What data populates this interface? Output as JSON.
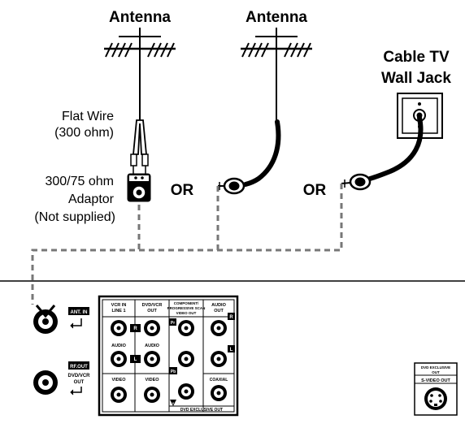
{
  "labels": {
    "antenna_left": "Antenna",
    "antenna_right": "Antenna",
    "cable_line1": "Cable TV",
    "cable_line2": "Wall Jack",
    "flat_wire_line1": "Flat Wire",
    "flat_wire_line2": "(300 ohm)",
    "adaptor_line1": "300/75 ohm",
    "adaptor_line2": "Adaptor",
    "adaptor_line3": "(Not supplied)",
    "or_1": "OR",
    "or_2": "OR"
  },
  "rear_panel": {
    "ant_in": "ANT. IN",
    "rf_out": "RF.OUT",
    "dvd_vcr": "DVD/VCR",
    "out": "OUT",
    "vcr_in_1": "VCR IN",
    "vcr_in_2": "LINE 1",
    "dvd_vcr_out_1": "DVD/VCR",
    "dvd_vcr_out_2": "OUT",
    "component_1": "COMPONENT/",
    "component_2": "PROGRESSIVE SCAN",
    "component_3": "VIDEO OUT",
    "audio_out_1": "AUDIO",
    "audio_out_2": "OUT",
    "audio_a": "AUDIO",
    "audio_b": "AUDIO",
    "video_a": "VIDEO",
    "video_b": "VIDEO",
    "coaxial": "COAXIAL",
    "dvd_exclusive_out": "DVD EXCLUSIVE OUT",
    "svideo_title_1": "DVD EXCLUSIVE",
    "svideo_title_2": "OUT",
    "svideo_out": "S-VIDEO OUT",
    "pin_r1": "R",
    "pin_l1": "L",
    "pin_r2": "R",
    "pin_l2": "L",
    "pin_y": "Y",
    "pin_pb": "Pb",
    "pin_pr": "Pr"
  }
}
